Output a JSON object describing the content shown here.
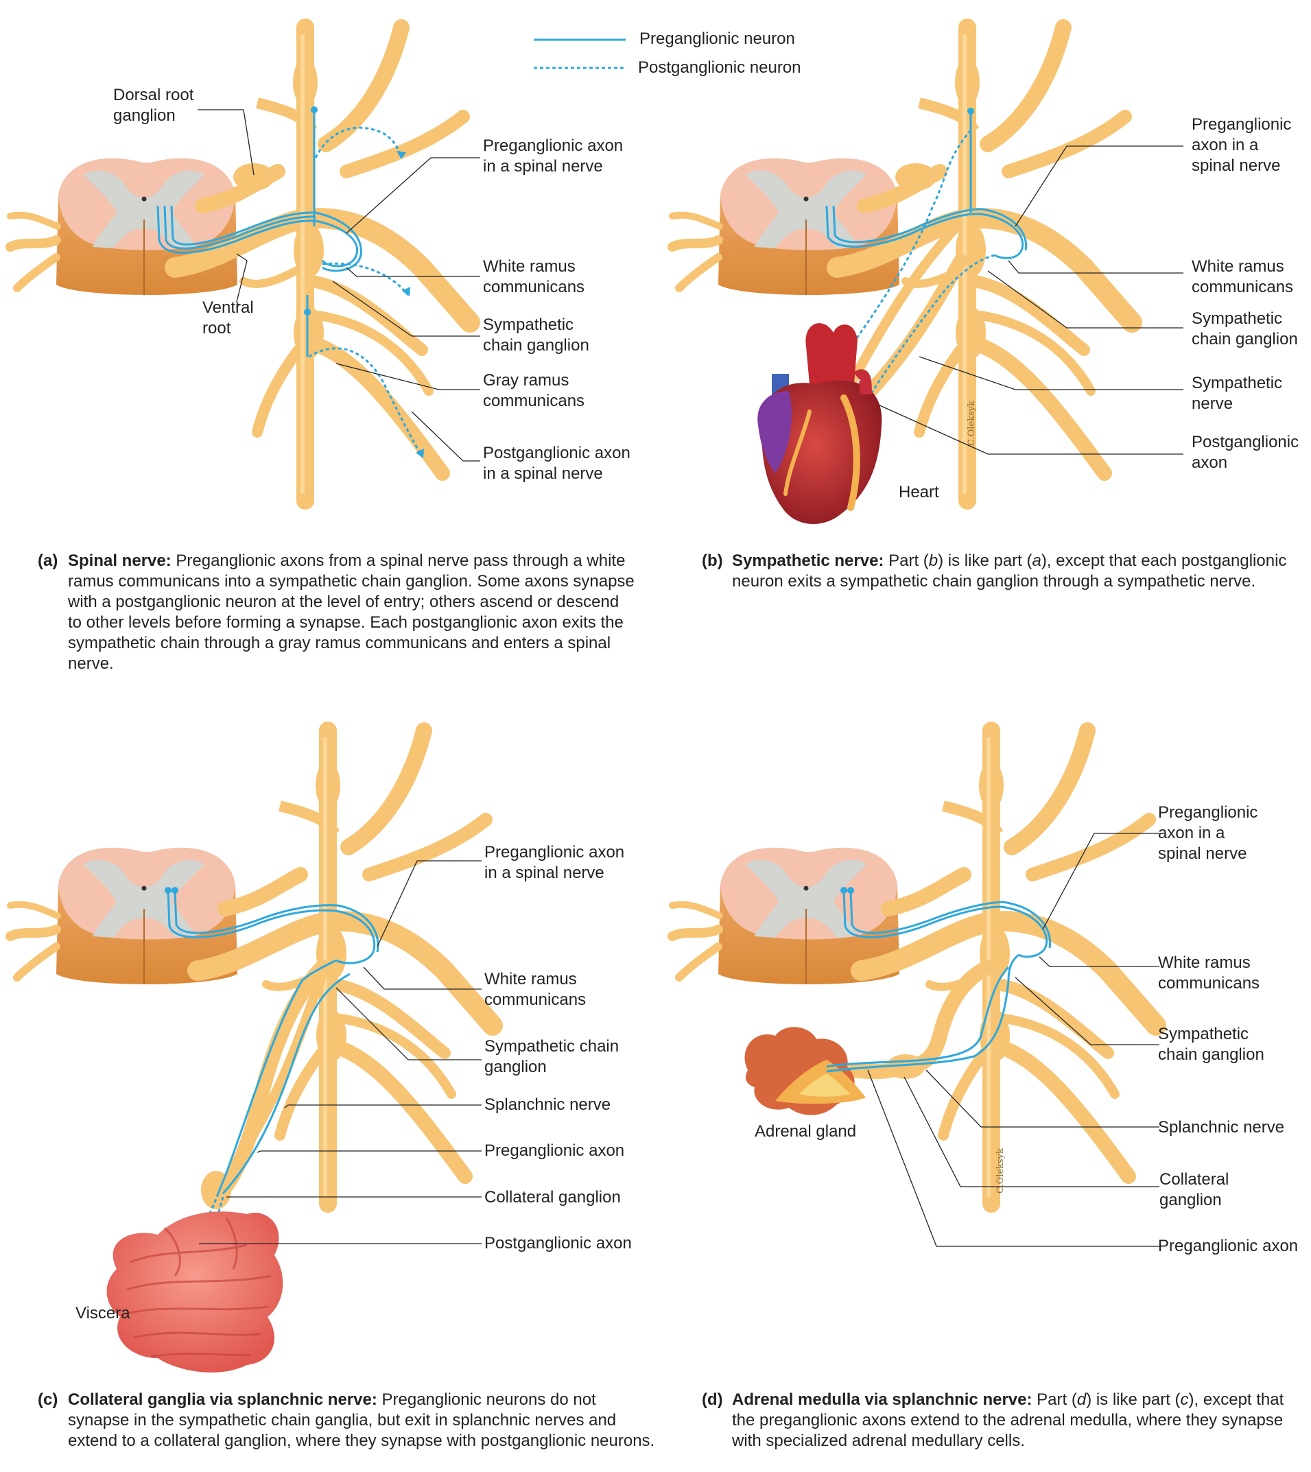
{
  "legend": {
    "pre": "Preganglionic neuron",
    "post": "Postganglionic neuron"
  },
  "colors": {
    "nerve": "#f6c473",
    "nerve_edge": "#e9a94b",
    "cord_outer": "#e79a4a",
    "cord_inner": "#f3c3ad",
    "gray_matter": "#d4d5d2",
    "neuron": "#2ea8dd",
    "heart_red": "#c4272f",
    "viscera": "#ef7a70",
    "adrenal": "#d8663c"
  },
  "panel_a": {
    "labels": {
      "drg": "Dorsal root\nganglion",
      "ventral": "Ventral\nroot",
      "pre_axon": "Preganglionic axon\nin a spinal nerve",
      "white": "White ramus\ncommunicans",
      "chain": "Sympathetic\nchain ganglion",
      "gray": "Gray ramus\ncommunicans",
      "post_axon": "Postganglionic axon\nin a spinal nerve"
    },
    "caption": {
      "letter": "(a)",
      "title": "Spinal nerve:",
      "text": " Preganglionic axons from a spinal nerve pass through a white ramus communicans into a sympathetic chain ganglion. Some axons synapse with a postganglionic neuron at the level of entry; others ascend or descend to other levels before forming a synapse. Each postganglionic axon exits the sympathetic chain through a gray ramus communicans and enters a spinal nerve."
    }
  },
  "panel_b": {
    "labels": {
      "pre_axon": "Preganglionic\naxon in a\nspinal nerve",
      "white": "White ramus\ncommunicans",
      "chain": "Sympathetic\nchain ganglion",
      "symp_nerve": "Sympathetic\nnerve",
      "post_axon": "Postganglionic\naxon",
      "heart": "Heart"
    },
    "caption": {
      "letter": "(b)",
      "title": "Sympathetic nerve:",
      "t1": " Part (",
      "i1": "b",
      "t2": ") is like part (",
      "i2": "a",
      "t3": "), except that each postganglionic neuron exits a sympathetic chain ganglion through a sympathetic nerve."
    }
  },
  "panel_c": {
    "labels": {
      "pre_axon": "Preganglionic axon\nin a spinal nerve",
      "white": "White ramus\ncommunicans",
      "chain": "Sympathetic chain\nganglion",
      "splanchnic": "Splanchnic nerve",
      "pre": "Preganglionic axon",
      "collateral": "Collateral ganglion",
      "post": "Postganglionic axon",
      "viscera": "Viscera"
    },
    "caption": {
      "letter": "(c)",
      "title": "Collateral ganglia via splanchnic nerve:",
      "text": " Preganglionic neurons do not synapse in the sympathetic chain ganglia, but exit in splanchnic nerves and extend to a collateral ganglion, where they synapse with postganglionic neurons."
    }
  },
  "panel_d": {
    "labels": {
      "pre_axon": "Preganglionic\naxon in a\nspinal nerve",
      "white": "White ramus\ncommunicans",
      "chain": "Sympathetic\nchain ganglion",
      "splanchnic": "Splanchnic nerve",
      "collateral": "Collateral\nganglion",
      "pre": "Preganglionic axon",
      "adrenal": "Adrenal gland"
    },
    "caption": {
      "letter": "(d)",
      "title": "Adrenal medulla via splanchnic nerve:",
      "t1": " Part (",
      "i1": "d",
      "t2": ") is like part (",
      "i2": "c",
      "t3": "), except that the preganglionic axons extend to the adrenal medulla, where they synapse with specialized adrenal medullary cells."
    }
  },
  "signature": "C.Oleksyk"
}
